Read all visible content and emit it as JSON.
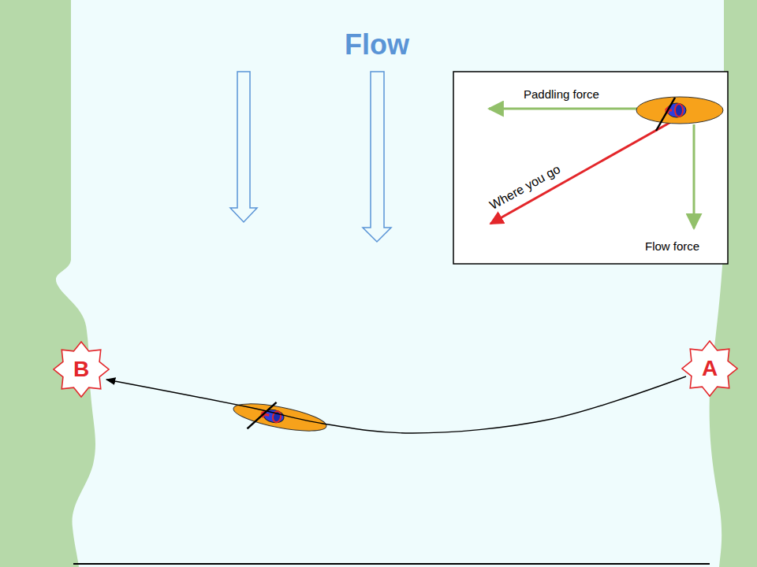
{
  "diagram": {
    "title": "Flow",
    "nodes": [
      {
        "text": [
          "B"
        ]
      },
      {
        "text": [
          "A"
        ]
      }
    ],
    "edges": [
      {
        "from": 1,
        "to": 0,
        "arrow": "to"
      }
    ],
    "labels": [
      "Paddling force",
      "Where you go",
      "Flow force"
    ]
  }
}
